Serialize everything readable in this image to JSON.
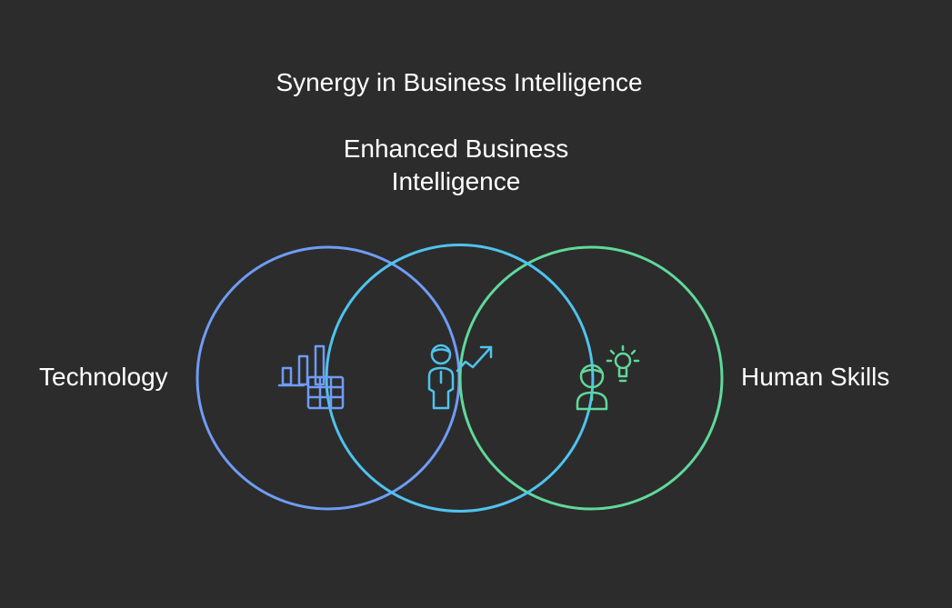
{
  "diagram": {
    "title": "Synergy in Business Intelligence",
    "intersection_label_lines": [
      "Enhanced Business",
      "Intelligence"
    ],
    "left_label": "Technology",
    "right_label": "Human Skills",
    "sets": [
      {
        "name": "Technology",
        "color": "#6f9cf5",
        "icon": "chart-and-table-icon"
      },
      {
        "name": "Human Skills",
        "color": "#5fd99a",
        "icon": "person-lightbulb-icon"
      }
    ],
    "intersection": {
      "color": "#4fc3ee",
      "icon": "person-growth-arrow-icon"
    },
    "background_color": "#2c2c2c"
  }
}
